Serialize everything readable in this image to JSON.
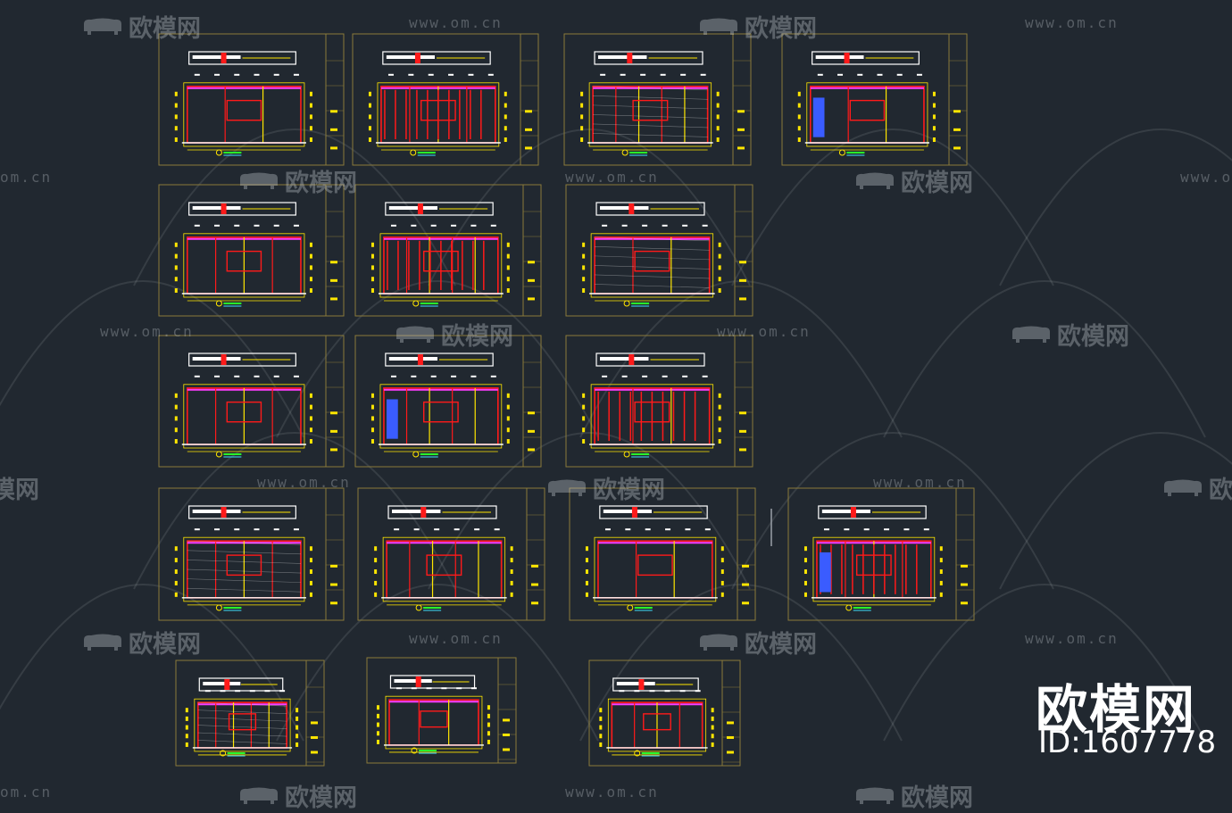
{
  "watermark": {
    "url_text": "www.om.cn",
    "logo_text": "欧模网",
    "url_short": "om.cn",
    "logo_partial_right": "欧",
    "logo_partial_left": "模网"
  },
  "brand": {
    "name": "欧模网",
    "id_label": "ID:1607778"
  },
  "colors": {
    "background": "#212830",
    "sheet_border": "#8a7a3a",
    "drawing_red": "#ff1a1a",
    "drawing_yellow": "#ffe600",
    "drawing_white": "#ffffff",
    "drawing_magenta": "#ff3cff",
    "drawing_blue": "#3a5cff",
    "drawing_green": "#2aff2a",
    "watermark": "#c8cdd4"
  }
}
